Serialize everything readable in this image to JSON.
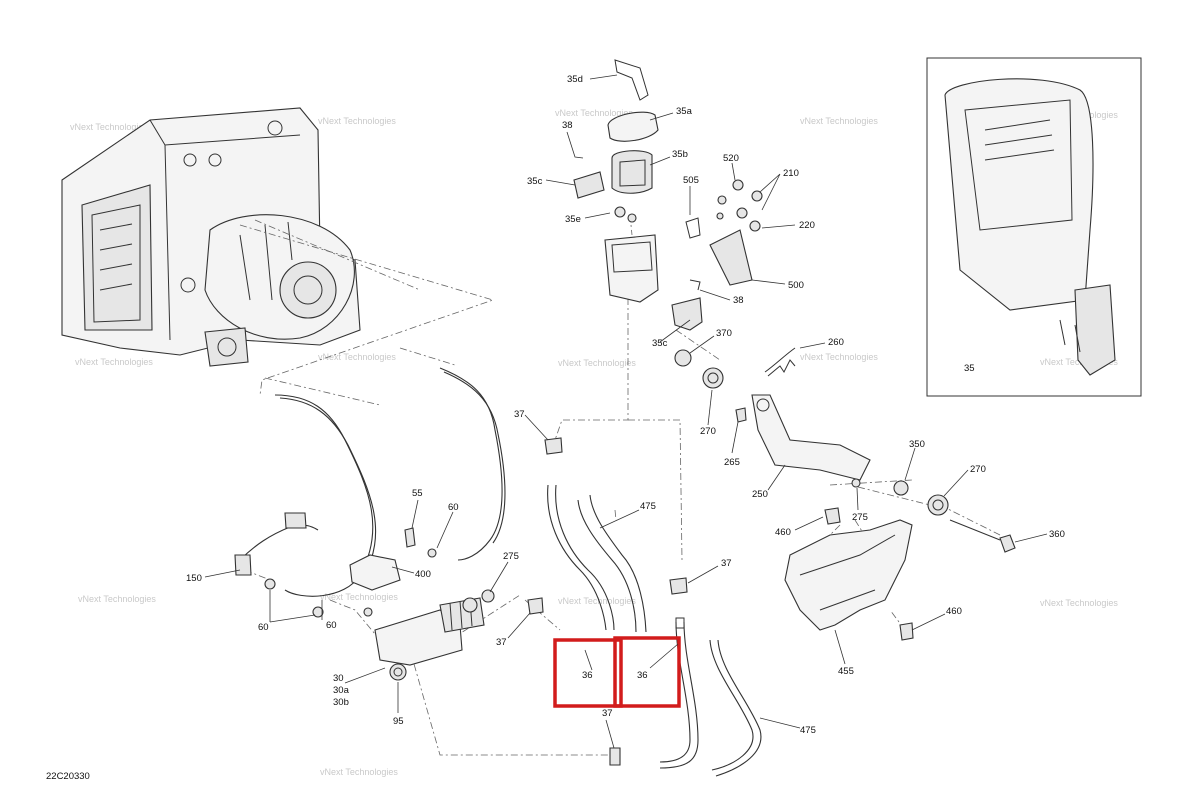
{
  "diagram_code": "22C20330",
  "watermark_text": "vNext Technologies",
  "highlight_color": "#d21c1c",
  "inset": {
    "label": "35"
  },
  "callouts": {
    "c35d": "35d",
    "c35a": "35a",
    "c38a": "38",
    "c35b": "35b",
    "c35c_top": "35c",
    "c35e": "35e",
    "c520": "520",
    "c210": "210",
    "c505": "505",
    "c220": "220",
    "c38b": "38",
    "c500": "500",
    "c35c_bot": "35c",
    "c370": "370",
    "c260": "260",
    "c37a": "37",
    "c270a": "270",
    "c265": "265",
    "c350": "350",
    "c270b": "270",
    "c250": "250",
    "c275a": "275",
    "c475a": "475",
    "c460a": "460",
    "c360": "360",
    "c55": "55",
    "c60a": "60",
    "c275b": "275",
    "c37b": "37",
    "c150": "150",
    "c400": "400",
    "c60b": "60",
    "c60c": "60",
    "c37c": "37",
    "c460b": "460",
    "c455": "455",
    "c36a": "36",
    "c36b": "36",
    "c30": "30",
    "c30a": "30a",
    "c30b": "30b",
    "c37d": "37",
    "c95": "95",
    "c475b": "475"
  }
}
